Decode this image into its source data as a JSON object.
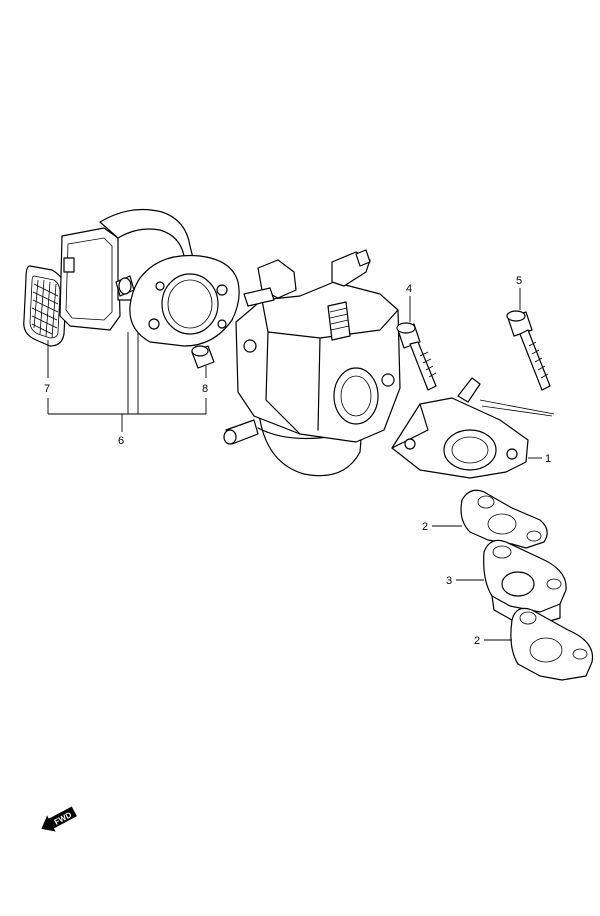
{
  "callouts": {
    "c1": "1",
    "c2a": "2",
    "c2b": "2",
    "c3": "3",
    "c4": "4",
    "c5": "5",
    "c6": "6",
    "c7": "7",
    "c8": "8"
  },
  "fwd_label": "FWD"
}
